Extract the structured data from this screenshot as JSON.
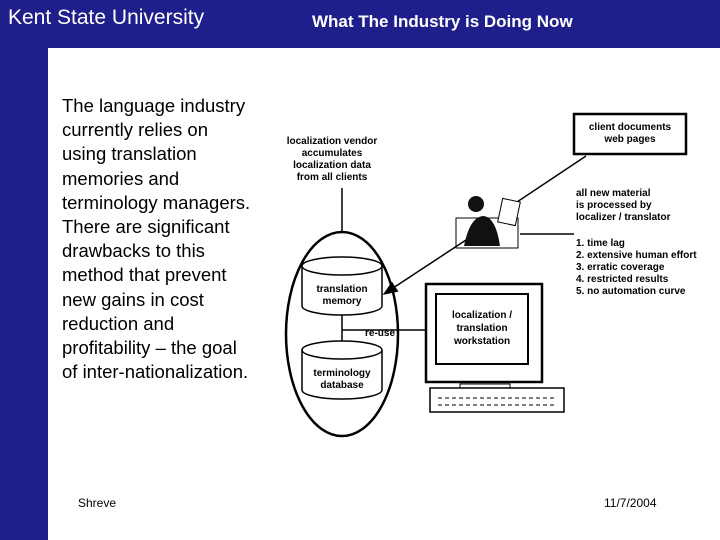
{
  "header": {
    "org": "Kent State University",
    "title": "What The Industry is Doing Now"
  },
  "body": {
    "text": "The language industry currently relies on using translation memories and terminology managers. There are significant drawbacks to this method that prevent new gains in cost reduction and profitability – the goal of inter-nationalization."
  },
  "diagram": {
    "vendor_lines": [
      "localization vendor",
      "accumulates",
      "localization data",
      "from all clients"
    ],
    "client_lines": [
      "client documents",
      "web pages"
    ],
    "process_lines": [
      "all new material",
      "is processed by",
      "localizer / translator"
    ],
    "drawbacks": [
      "1. time lag",
      "2. extensive human effort",
      "3. erratic coverage",
      "4. restricted results",
      "5. no automation curve"
    ],
    "tm_lines": [
      "translation",
      "memory"
    ],
    "tdb_lines": [
      "terminology",
      "database"
    ],
    "reuse_label": "re-use",
    "workstation_lines": [
      "localization /",
      "translation",
      "workstation"
    ]
  },
  "footer": {
    "author": "Shreve",
    "date": "11/7/2004"
  },
  "colors": {
    "accent": "#1f1f8c",
    "background": "#ffffff"
  }
}
